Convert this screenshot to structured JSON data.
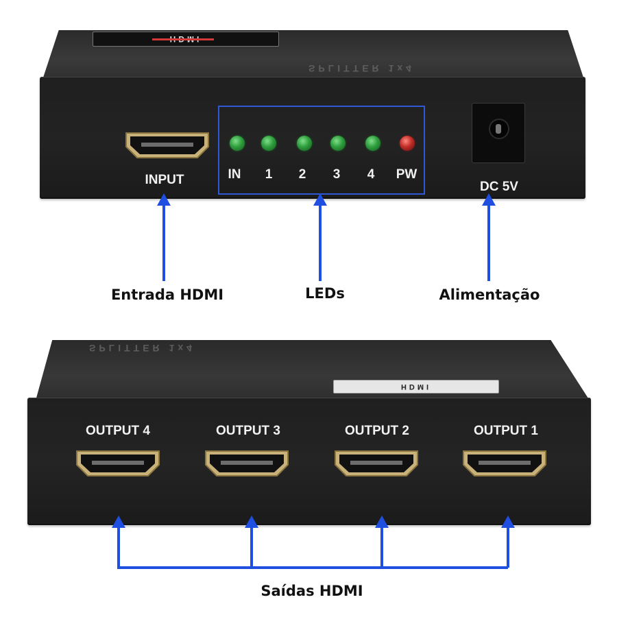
{
  "top_device": {
    "lid_logo": "HDMI",
    "lid_text": "SPLITTER 1x4",
    "input_label": "INPUT",
    "leds": [
      {
        "label": "IN",
        "color": "green"
      },
      {
        "label": "1",
        "color": "green"
      },
      {
        "label": "2",
        "color": "green"
      },
      {
        "label": "3",
        "color": "green"
      },
      {
        "label": "4",
        "color": "green"
      },
      {
        "label": "PW",
        "color": "red"
      }
    ],
    "power_label": "DC 5V"
  },
  "bottom_device": {
    "lid_text": "SPLITTER 1x4",
    "lid_logo": "HDMI",
    "outputs": [
      "OUTPUT 4",
      "OUTPUT 3",
      "OUTPUT 2",
      "OUTPUT 1"
    ]
  },
  "callouts": {
    "input": "Entrada HDMI",
    "leds": "LEDs",
    "power": "Alimentação",
    "outputs": "Saídas HDMI"
  },
  "colors": {
    "arrow": "#1f4fe0",
    "led_box": "#2f58d6"
  }
}
